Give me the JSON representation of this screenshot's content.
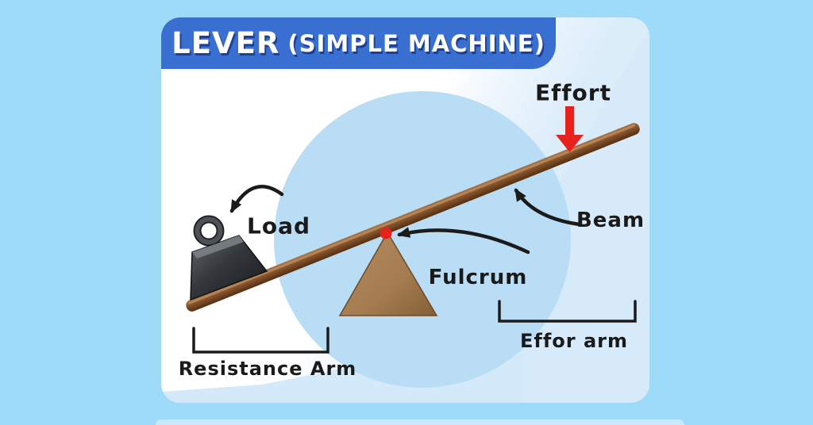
{
  "title": {
    "lever": "LEVER",
    "rest": "(SIMPLE MACHINE)"
  },
  "labels": {
    "effort": "Effort",
    "load": "Load",
    "beam": "Beam",
    "fulcrum": "Fulcrum",
    "resistance_arm": "Resistance Arm",
    "effort_arm": "Effor arm"
  },
  "diagram": {
    "type": "first-class lever illustration",
    "parts_pointed_at": {
      "effort": "red arrow pressing down on raised right end of beam",
      "load": "dark metal weight resting on lowered left end of beam",
      "beam": "tilted wooden bar",
      "fulcrum": "wooden triangle with red pivot point under beam",
      "resistance_arm": "bracket under left span of beam",
      "effort_arm": "bracket under right span of beam"
    }
  },
  "colors": {
    "outer_background": "#9EDBF8",
    "card_white": "#FFFFFF",
    "card_band_blue": "#D6EAF9",
    "circle_blue": "#B9DDF5",
    "banner_blue": "#3A6FD2",
    "title_text": "#FFFFFF",
    "title_shadow": "#1E3F96",
    "beam_brown_light": "#A97648",
    "beam_brown_dark": "#53300F",
    "fulcrum_brown": "#A47C50",
    "weight_dark": "#202326",
    "accent_red": "#E8211C",
    "ink_black": "#1B1B1B",
    "bottom_strip": "#C9E8FB"
  }
}
